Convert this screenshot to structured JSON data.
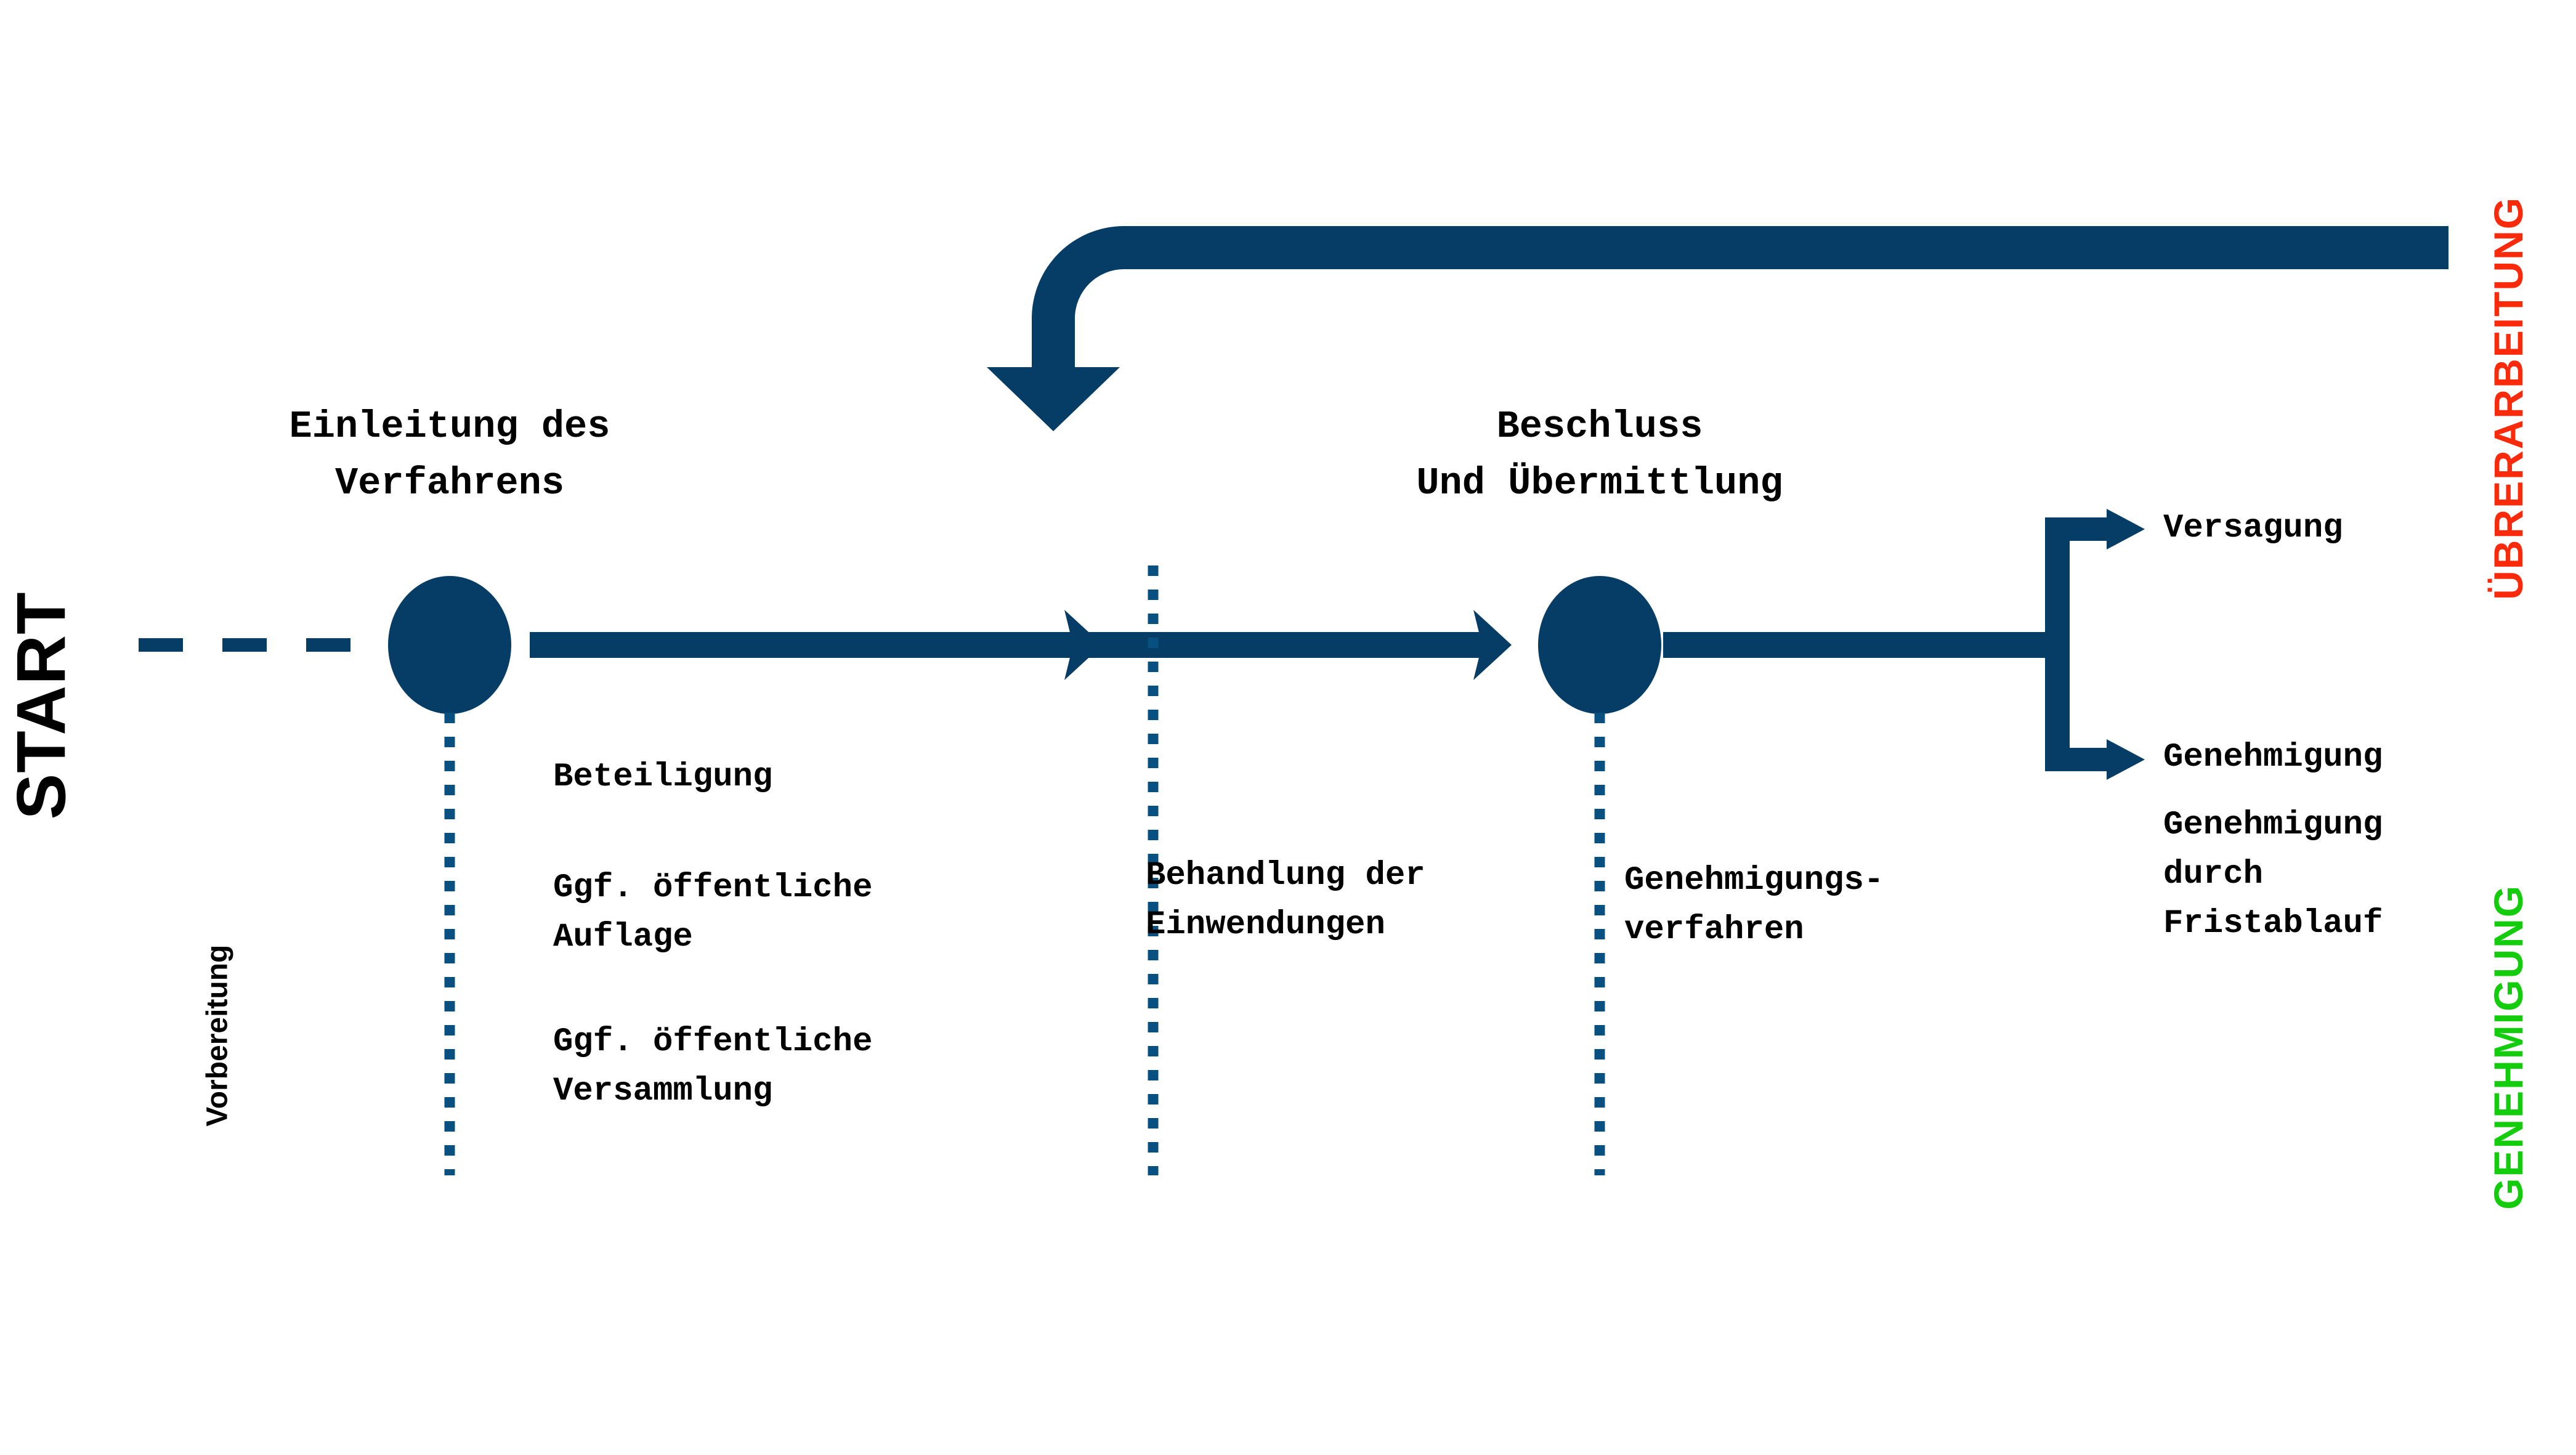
{
  "diagram": {
    "title_not_shown": "",
    "colors": {
      "primary_blue": "#053D66",
      "revision_red": "#FA2A0A",
      "approval_green": "#13CC0B",
      "text_black": "#000000",
      "background": "#FFFFFF"
    },
    "start": {
      "label": "START"
    },
    "phases": [
      {
        "id": "einleitung",
        "title_line1": "Einleitung des",
        "title_line2": "Verfahrens"
      },
      {
        "id": "beschluss",
        "title_line1": "Beschluss",
        "title_line2": "Und Übermittlung"
      }
    ],
    "lane_labels": {
      "vorbereitung": "Vorbereitung",
      "beteiligung": "Beteiligung",
      "auflage_line1": "Ggf. öffentliche",
      "auflage_line2": "Auflage",
      "versammlung_line1": "Ggf. öffentliche",
      "versammlung_line2": "Versammlung",
      "einwendungen_line1": "Behandlung der",
      "einwendungen_line2": "Einwendungen",
      "genehmigungsverfahren_line1": "Genehmigungs-",
      "genehmigungsverfahren_line2": "verfahren"
    },
    "outcomes": [
      {
        "id": "versagung",
        "label": "Versagung"
      },
      {
        "id": "genehmigung",
        "label": "Genehmigung",
        "note_line1": "Genehmigung",
        "note_line2": "durch",
        "note_line3": "Fristablauf"
      }
    ],
    "side_markers": [
      {
        "id": "ueberarbeitung",
        "label": "ÜBRERARBEITUNG",
        "color": "#FA2A0A"
      },
      {
        "id": "genehmigung",
        "label": "GENEHMIGUNG",
        "color": "#13CC0B"
      }
    ]
  }
}
